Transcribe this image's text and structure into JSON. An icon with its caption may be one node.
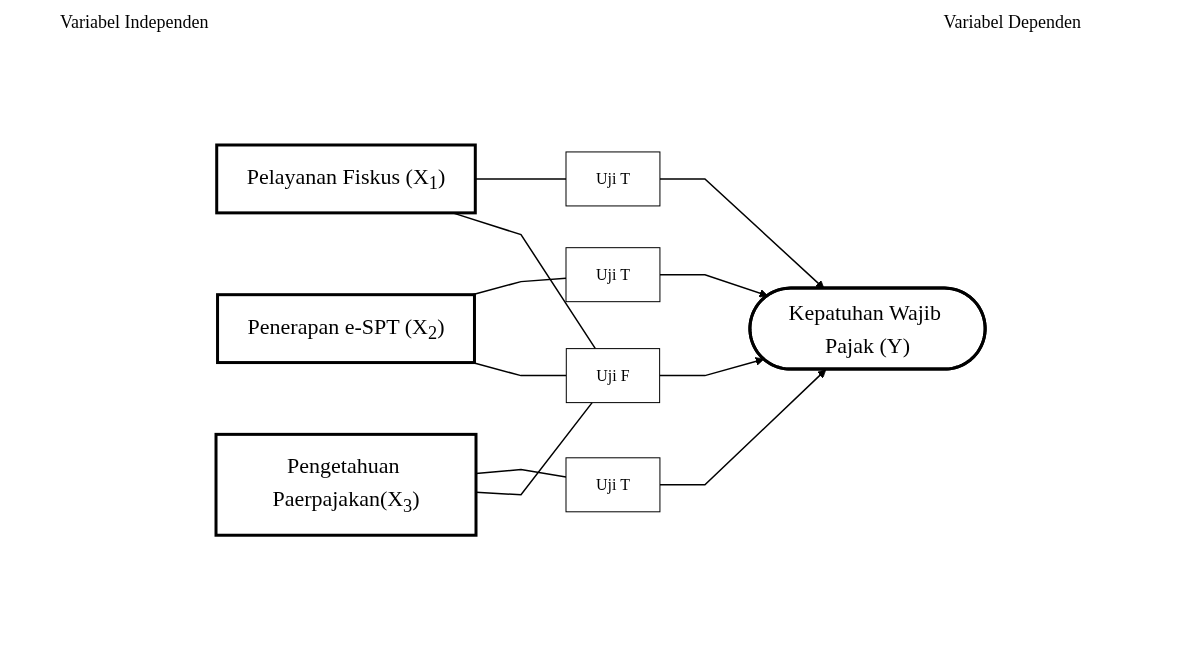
{
  "diagram": {
    "nodes": [
      {
        "text": [
          "Pelayanan Fiskus (X$_{1}$)"
        ]
      },
      {
        "text": [
          "Penerapan e-SPT (X$_{2}$)"
        ]
      },
      {
        "text": [
          "Pengetahuan Paerpajakan(X$_{3}$)"
        ]
      },
      {
        "text": [
          "Uji T"
        ]
      },
      {
        "text": [
          "Uji T"
        ]
      },
      {
        "text": [
          "Uji T"
        ]
      },
      {
        "text": [
          "Kepatuhan Wajib Pajak (Y)"
        ]
      },
      {
        "text": [
          "Uji F"
        ]
      }
    ],
    "edges": [
      {
        "from": 0,
        "to": 3,
        "arrow": "none"
      },
      {
        "from": 3,
        "to": 6,
        "arrow": "to"
      },
      {
        "from": 1,
        "to": 4,
        "arrow": "none"
      },
      {
        "from": 4,
        "to": 6,
        "arrow": "to"
      },
      {
        "from": 2,
        "to": 5,
        "arrow": "none"
      },
      {
        "from": 5,
        "to": 6,
        "arrow": "to"
      },
      {
        "from": 0,
        "to": 7,
        "arrow": "none"
      },
      {
        "from": 1,
        "to": 7,
        "arrow": "none"
      },
      {
        "from": 2,
        "to": 7,
        "arrow": "none"
      },
      {
        "from": 7,
        "to": 6,
        "arrow": "to"
      }
    ],
    "labels": [
      "Variabel Independen",
      "Variabel Dependen"
    ]
  }
}
